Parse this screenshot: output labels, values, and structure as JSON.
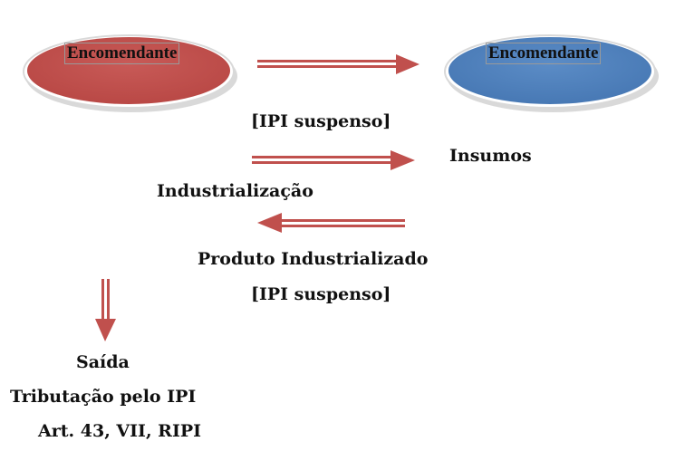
{
  "nodes": {
    "left": {
      "label": "Encomendante",
      "color": "#c0504d"
    },
    "right": {
      "label": "Encomendante",
      "color": "#4f81bd"
    }
  },
  "arrow_color": "#c0504d",
  "labels": {
    "ipi_suspenso_top": "[IPI suspenso]",
    "insumos": "Insumos",
    "industrializacao": "Industrialização",
    "produto_industrializado": "Produto Industrializado",
    "ipi_suspenso_bottom": "[IPI suspenso]",
    "saida": "Saída",
    "tributacao": "Tributação pelo IPI",
    "artigo": "Art. 43, VII, RIPI"
  }
}
